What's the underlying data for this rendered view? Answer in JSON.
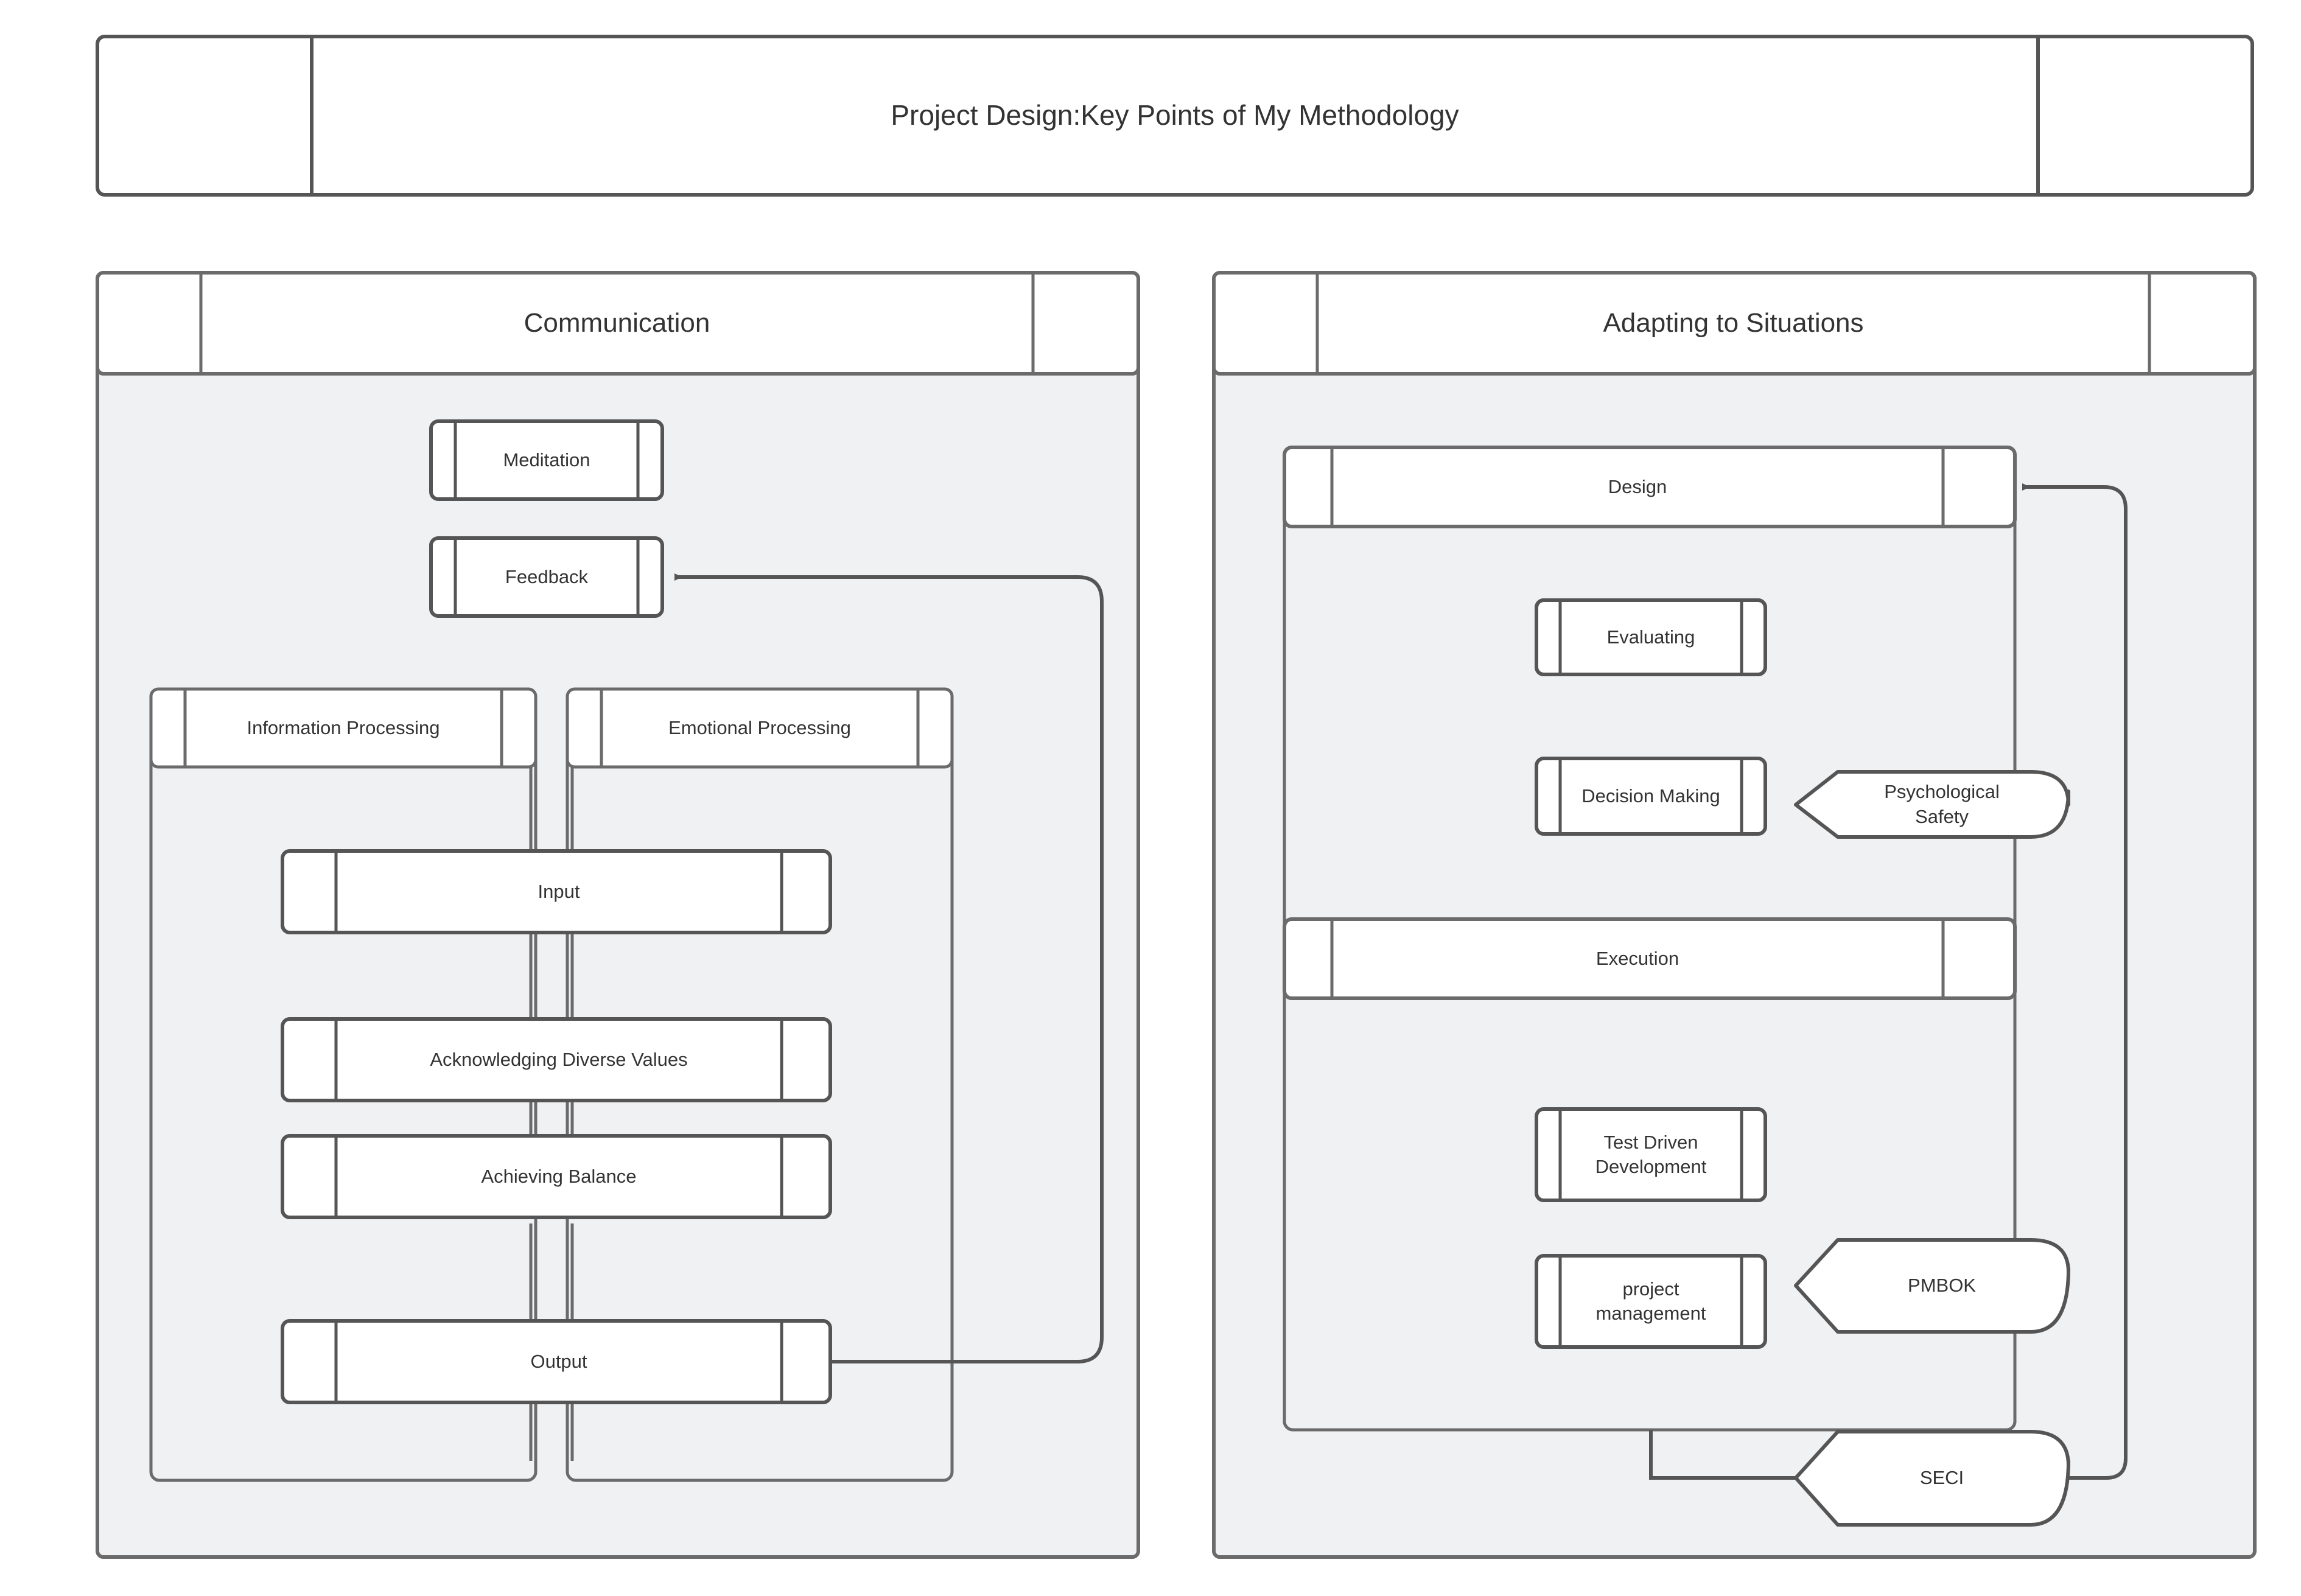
{
  "diagram": {
    "type": "flowchart",
    "title_bar": {
      "label": "Project Design:Key Points of My Methodology"
    },
    "colors": {
      "stroke": "#555555",
      "node_fill": "#ffffff",
      "cluster_fill": "#f0f1f3",
      "text": "#333333",
      "edge": "#555555",
      "canvas": "#ffffff"
    },
    "panels": [
      {
        "id": "communication",
        "label": "Communication",
        "nodes": [
          {
            "id": "meditation",
            "label": "Meditation",
            "shape": "subroutine"
          },
          {
            "id": "feedback",
            "label": "Feedback",
            "shape": "subroutine"
          },
          {
            "id": "input",
            "label": "Input",
            "shape": "subroutine"
          },
          {
            "id": "acknowledging",
            "label": "Acknowledging Diverse Values",
            "shape": "subroutine"
          },
          {
            "id": "balance",
            "label": "Achieving Balance",
            "shape": "subroutine"
          },
          {
            "id": "output",
            "label": "Output",
            "shape": "subroutine"
          }
        ],
        "subgraphs": [
          {
            "id": "information-processing",
            "label": "Information Processing"
          },
          {
            "id": "emotional-processing",
            "label": "Emotional Processing"
          }
        ]
      },
      {
        "id": "adapting-to-situations",
        "label": "Adapting to Situations",
        "nodes": [
          {
            "id": "evaluating",
            "label": "Evaluating",
            "shape": "subroutine"
          },
          {
            "id": "decision-making",
            "label": "Decision Making",
            "shape": "subroutine"
          },
          {
            "id": "psychological-safety",
            "label": "Psychological\nSafety",
            "line1": "Psychological",
            "line2": "Safety",
            "shape": "flag-hexagon"
          },
          {
            "id": "test-driven-development",
            "label": "Test Driven\nDevelopment",
            "line1": "Test Driven",
            "line2": "Development",
            "shape": "subroutine"
          },
          {
            "id": "project-management",
            "label": "project\nmanagement",
            "line1": "project",
            "line2": "management",
            "shape": "subroutine"
          },
          {
            "id": "pmbok",
            "label": "PMBOK",
            "shape": "flag-hexagon"
          },
          {
            "id": "seci",
            "label": "SECI",
            "shape": "flag-hexagon"
          }
        ],
        "subgraphs": [
          {
            "id": "design",
            "label": "Design"
          },
          {
            "id": "execution",
            "label": "Execution"
          }
        ]
      }
    ],
    "edges": [
      {
        "from": "output",
        "to": "feedback",
        "arrow": true
      },
      {
        "from": "seci",
        "to": "design",
        "arrow": true
      }
    ]
  }
}
